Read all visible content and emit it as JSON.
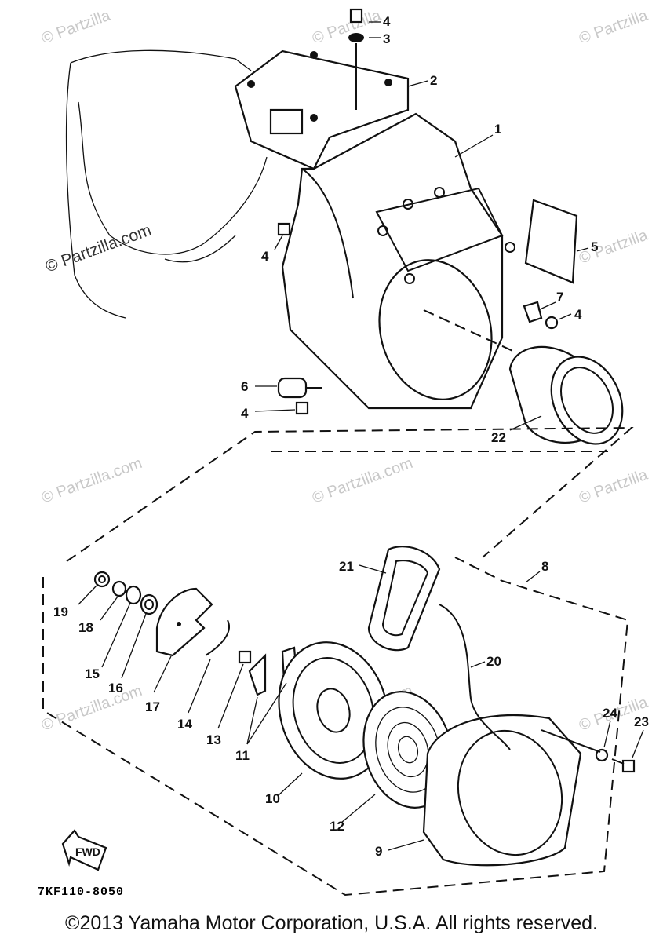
{
  "watermarks": {
    "text": "© Partzilla",
    "text_com": "© Partzilla.com",
    "center_text": "© Partzilla.com"
  },
  "callouts": [
    "1",
    "2",
    "3",
    "4",
    "4",
    "4",
    "4",
    "5",
    "6",
    "7",
    "8",
    "9",
    "10",
    "11",
    "12",
    "13",
    "14",
    "15",
    "16",
    "17",
    "18",
    "19",
    "20",
    "21",
    "22",
    "23",
    "24"
  ],
  "fwd_label": "FWD",
  "diagram_code": "7KF110-8050",
  "copyright": "©2013 Yamaha Motor Corporation, U.S.A. All rights reserved."
}
